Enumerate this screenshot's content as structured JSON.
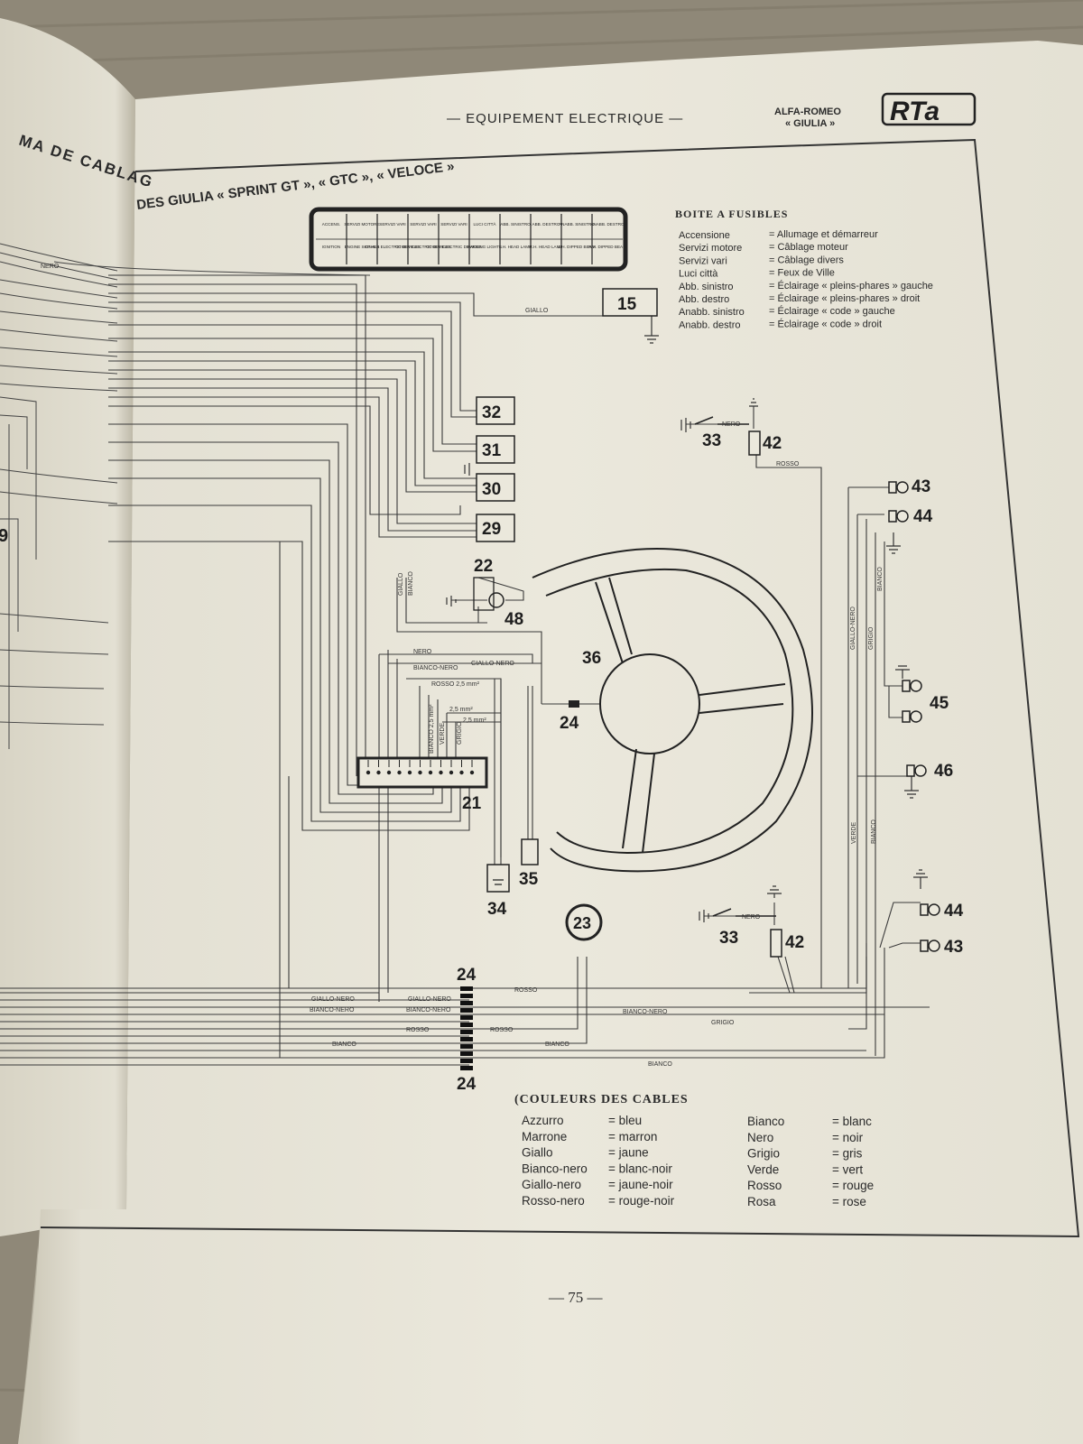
{
  "header": {
    "section_title": "— EQUIPEMENT ELECTRIQUE —",
    "brand_line1": "ALFA-ROMEO",
    "brand_line2": "« GIULIA »",
    "logo_text": "RTa"
  },
  "left_page": {
    "title_fragment": "MA DE CABLAG",
    "side_number": "9"
  },
  "diagram_title": "DES GIULIA « SPRINT GT », « GTC », « VELOCE »",
  "fuse_box": {
    "heading": "BOITE A FUSIBLES",
    "cells": [
      {
        "it": "ACCENS.",
        "en": "IGNITION"
      },
      {
        "it": "SERVIZI MOTORE",
        "en": "ENGINE SIGNALS"
      },
      {
        "it": "SERVIZI VARI",
        "en": "OTHER ELECTRIC DEVICES"
      },
      {
        "it": "SERVIZI VARI",
        "en": "OTHER ELECTRIC DEVICES"
      },
      {
        "it": "SERVIZI VARI",
        "en": "OTHER ELECTRIC DEVICES"
      },
      {
        "it": "LUCI CITTÀ",
        "en": "PARKING LIGHTS"
      },
      {
        "it": "ABB. SINISTRO",
        "en": "L.H. HEAD LAMP"
      },
      {
        "it": "ABB. DESTRO",
        "en": "R.H. HEAD LAMP"
      },
      {
        "it": "ANABB. SINISTRO",
        "en": "L.H. DIPPED BEAM"
      },
      {
        "it": "ANABB. DESTRO",
        "en": "R.H. DIPPED BEAM"
      }
    ],
    "legend": [
      {
        "term": "Accensione",
        "meaning": "= Allumage et démarreur"
      },
      {
        "term": "Servizi motore",
        "meaning": "= Câblage moteur"
      },
      {
        "term": "Servizi vari",
        "meaning": "= Câblage divers"
      },
      {
        "term": "Luci città",
        "meaning": "= Feux de Ville"
      },
      {
        "term": "Abb. sinistro",
        "meaning": "= Éclairage « pleins-phares » gauche"
      },
      {
        "term": "Abb. destro",
        "meaning": "= Éclairage « pleins-phares » droit"
      },
      {
        "term": "Anabb. sinistro",
        "meaning": "= Éclairage « code » gauche"
      },
      {
        "term": "Anabb. destro",
        "meaning": "= Éclairage « code » droit"
      }
    ]
  },
  "components": {
    "c15": "15",
    "c32": "32",
    "c31": "31",
    "c30": "30",
    "c29": "29",
    "c22": "22",
    "c48": "48",
    "c36": "36",
    "c24_mid": "24",
    "c21": "21",
    "c34": "34",
    "c35": "35",
    "c23": "23",
    "c24_top": "24",
    "c24_bottom": "24",
    "c33_top": "33",
    "c42_top": "42",
    "c33_bottom": "33",
    "c42_bottom": "42",
    "c43_top": "43",
    "c44_top": "44",
    "c45": "45",
    "c46": "46",
    "c44_bottom": "44",
    "c43_bottom": "43"
  },
  "wire_labels": {
    "nero_top": "NERO",
    "giallo_top": "GIALLO",
    "nero_33_top": "NERO",
    "rosso_42": "ROSSO",
    "giallo_v": "GIALLO",
    "bianco_v": "BIANCO",
    "nero_h": "NERO",
    "bianco_nero_h": "BIANCO-NERO",
    "giallo_nero_h": "GIALLO-NERO",
    "rosso_25": "ROSSO 2,5 mm²",
    "mm25_a": "2,5 mm²",
    "mm25_b": "2,5 mm²",
    "bianco_25_v": "BIANCO 2,5 mm²",
    "verde_v": "VERDE",
    "grigio_v": "GRIGIO",
    "giallo_nero_v": "GIALLO-NERO",
    "grigio_v2": "GRIGIO",
    "bianco_v2": "BIANCO",
    "verde_v2": "VERDE",
    "bianco_v3": "BIANCO",
    "nero_33_bottom": "NERO",
    "rosso_bus": "ROSSO",
    "giallo_nero_l": "GIALLO-NERO",
    "bianco_nero_l": "BIANCO-NERO",
    "giallo_nero_c": "GIALLO-NERO",
    "bianco_nero_c": "BIANCO-NERO",
    "rosso_l": "ROSSO",
    "rosso_c": "ROSSO",
    "bianco_l": "BIANCO",
    "bianco_c": "BIANCO",
    "bianco_nero_r": "BIANCO-NERO",
    "grigio_r": "GRIGIO",
    "bianco_r": "BIANCO"
  },
  "cable_colors": {
    "heading": "(COULEURS DES CABLES",
    "left": [
      {
        "it": "Azzurro",
        "fr": "= bleu"
      },
      {
        "it": "Marrone",
        "fr": "= marron"
      },
      {
        "it": "Giallo",
        "fr": "= jaune"
      },
      {
        "it": "Bianco-nero",
        "fr": "= blanc-noir"
      },
      {
        "it": "Giallo-nero",
        "fr": "= jaune-noir"
      },
      {
        "it": "Rosso-nero",
        "fr": "= rouge-noir"
      }
    ],
    "right": [
      {
        "it": "Bianco",
        "fr": "= blanc"
      },
      {
        "it": "Nero",
        "fr": "= noir"
      },
      {
        "it": "Grigio",
        "fr": "= gris"
      },
      {
        "it": "Verde",
        "fr": "= vert"
      },
      {
        "it": "Rosso",
        "fr": "= rouge"
      },
      {
        "it": "Rosa",
        "fr": "= rose"
      }
    ]
  },
  "page_number": "— 75 —",
  "colors": {
    "table": "#8a8272",
    "paper": "#e9e6da",
    "paper_shade": "#d9d5c6",
    "ink": "#2a2a2a"
  }
}
